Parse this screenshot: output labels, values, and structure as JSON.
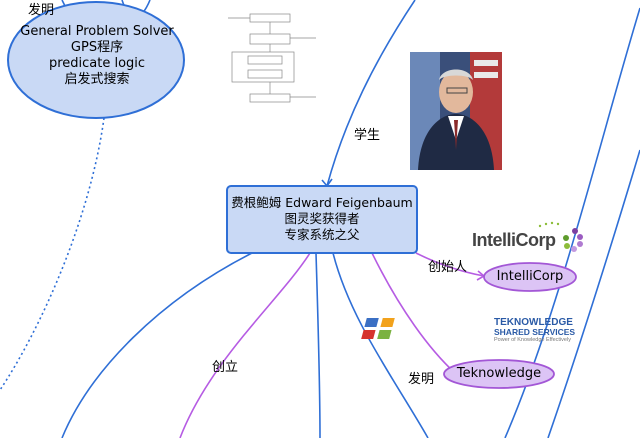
{
  "nodes": {
    "gps": {
      "lines": [
        "General Problem Solver",
        "GPS程序",
        "predicate logic",
        "启发式搜索"
      ]
    },
    "feigenbaum": {
      "lines": [
        "费根鲍姆 Edward Feigenbaum",
        "图灵奖获得者",
        "专家系统之父"
      ]
    },
    "intellicorp": {
      "label": "IntelliCorp"
    },
    "teknowledge": {
      "label": "Teknowledge"
    }
  },
  "edge_labels": {
    "invented_top": "发明",
    "student": "学生",
    "founder": "创始人",
    "founded": "创立",
    "invented": "发明"
  },
  "logos": {
    "intellicorp": "IntelliCorp",
    "teknowledge_line1": "TEKNOWLEDGE",
    "teknowledge_line2": "SHARED SERVICES",
    "teknowledge_tagline": "Power of Knowledge Effectively"
  },
  "colors": {
    "edge_blue": "#2f6fd6",
    "edge_purple": "#b65ce3",
    "ellipse_fill": "#c9d9f5",
    "ellipse_stroke": "#2f6fd6",
    "rect_fill": "#c9d9f5",
    "small_ellipse_fill": "#dcc4f5",
    "small_ellipse_stroke": "#a357d6"
  }
}
